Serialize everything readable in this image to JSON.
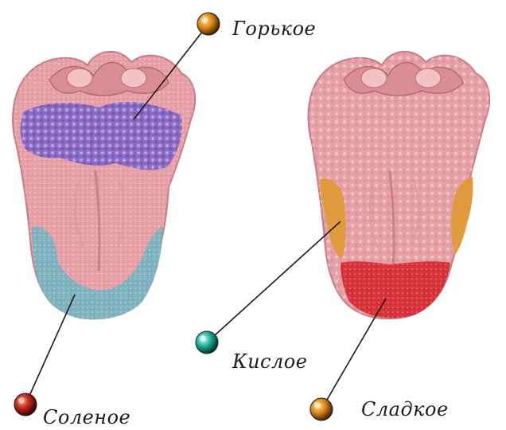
{
  "labels": {
    "bitter": "Горькое",
    "salty": "Соленое",
    "sour": "Кислое",
    "sweet": "Сладкое"
  },
  "colors": {
    "tongue": "#e6a0a6",
    "tongue_dark": "#c97b84",
    "bitter_zone": "#8a6bc4",
    "salty_zone": "#7fb3bf",
    "sour_zone": "#e19a3c",
    "sweet_zone": "#d8323a"
  },
  "icons": {
    "bitter": "black-orange-ball-icon",
    "salty": "black-red-ball-icon",
    "sour": "teal-ball-icon",
    "sweet": "black-orange-ball-icon"
  }
}
